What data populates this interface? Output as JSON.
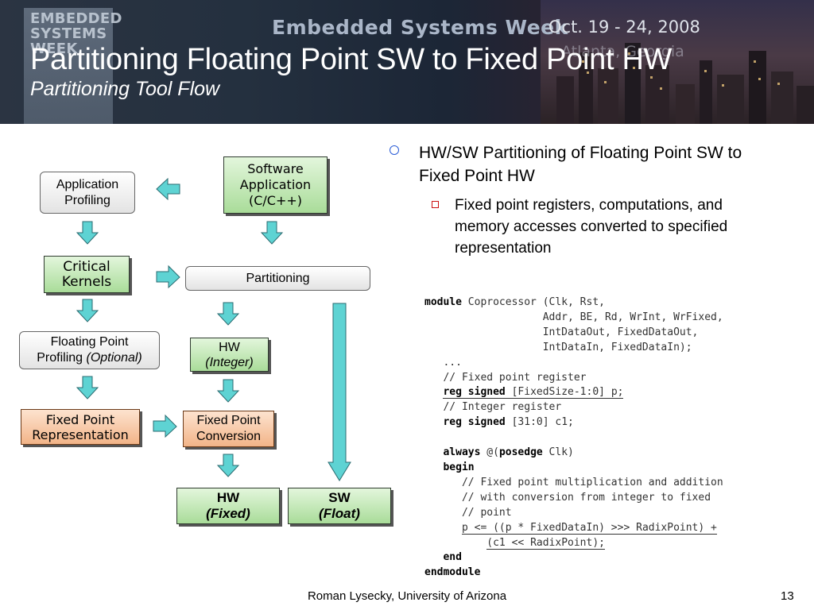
{
  "header": {
    "logo_lines": [
      "EMBEDDED",
      "SYSTEMS",
      "WEEK"
    ],
    "event_name": "Embedded Systems Week",
    "event_dates": "Oct. 19 - 24, 2008",
    "event_location": "Atlanta, Georgia",
    "title": "Partitioning Floating Point SW to Fixed Point HW",
    "subtitle": "Partitioning Tool Flow"
  },
  "diagram": {
    "app_profiling": [
      "Application",
      "Profiling"
    ],
    "software_app": [
      "Software",
      "Application",
      "(C/C++)"
    ],
    "critical_kernels": [
      "Critical",
      "Kernels"
    ],
    "partitioning": "Partitioning",
    "fp_profiling_line1": "Floating Point",
    "fp_profiling_line2": "Profiling",
    "fp_profiling_optional": "(Optional)",
    "hw_integer": [
      "HW",
      "(Integer)"
    ],
    "fixed_rep": [
      "Fixed Point",
      "Representation"
    ],
    "fixed_conv": [
      "Fixed Point",
      "Conversion"
    ],
    "hw_fixed": [
      "HW",
      "(Fixed)"
    ],
    "sw_float": [
      "SW",
      "(Float)"
    ],
    "colors": {
      "arrow_fill": "#5ed3d3",
      "arrow_stroke": "#2a6b70",
      "green_box": "#b7e3a9",
      "orange_box": "#f5c29c"
    }
  },
  "bullets": {
    "level1": "HW/SW Partitioning of Floating Point SW to Fixed Point HW",
    "level2": "Fixed point registers, computations, and memory accesses converted to specified representation"
  },
  "code": {
    "module_kw": "module",
    "module_rest": " Coprocessor (Clk, Rst,",
    "ports_line2": "                   Addr, BE, Rd, WrInt, WrFixed,",
    "ports_line3": "                   IntDataOut, FixedDataOut,",
    "ports_line4": "                   IntDataIn, FixedDataIn);",
    "ellipsis": "   ...",
    "comment_fixed_reg": "   // Fixed point register",
    "reg_signed_kw": "reg signed",
    "fixed_reg_decl": " [FixedSize-1:0] p;",
    "comment_int_reg": "   // Integer register",
    "int_reg_decl": " [31:0] c1;",
    "always_kw": "always",
    "always_at": " @(",
    "posedge_kw": "posedge",
    "always_tail": " Clk)",
    "begin_kw": "begin",
    "comment_mul1": "      // Fixed point multiplication and addition",
    "comment_mul2": "      // with conversion from integer to fixed",
    "comment_mul3": "      // point",
    "assign_line1": "p <= ((p * FixedDataIn) >>> RadixPoint) +",
    "assign_line2": "(c1 << RadixPoint);",
    "end_kw": "end",
    "endmodule_kw": "endmodule"
  },
  "footer": {
    "author": "Roman Lysecky, University of Arizona",
    "page_number": "13"
  }
}
